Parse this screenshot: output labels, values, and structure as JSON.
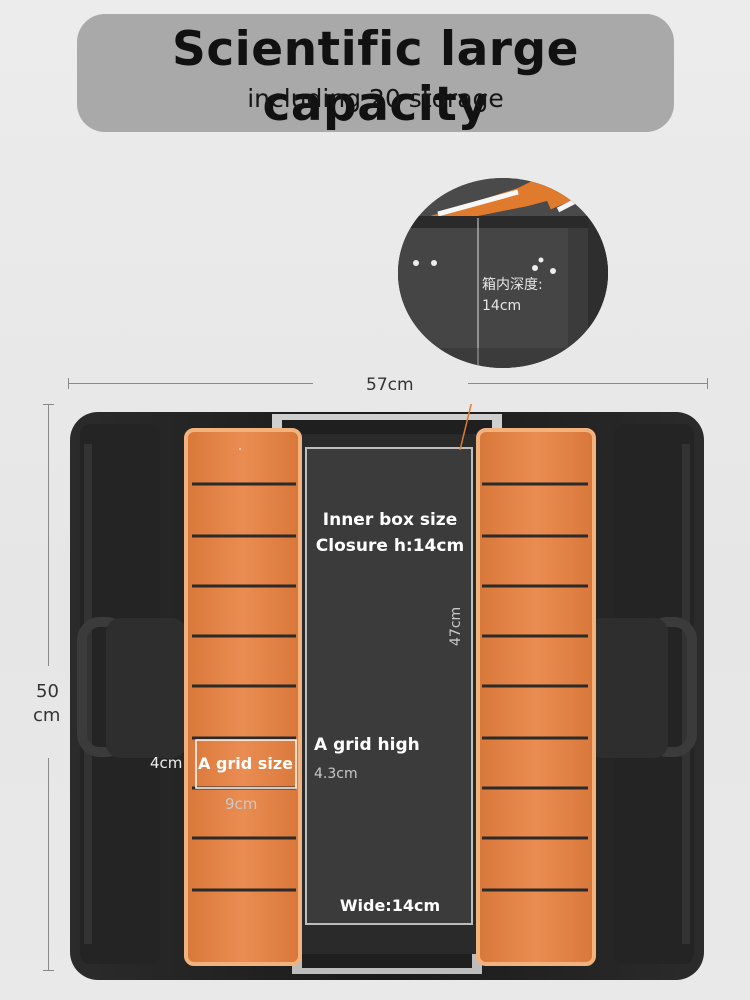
{
  "banner": {
    "title": "Scientific large capacity",
    "subtitle": "including 20 storage"
  },
  "inset": {
    "depth_label": "箱内深度:",
    "depth_value": "14cm"
  },
  "dimensions": {
    "width_outer": "57cm",
    "height_outer_line1": "50",
    "height_outer_line2": "cm",
    "inner_length": "47cm"
  },
  "inner": {
    "title_line1": "Inner box size",
    "title_line2": "Closure h:14cm",
    "grid_high_label": "A grid high",
    "grid_high_value": "4.3cm",
    "grid_size_label": "A grid size",
    "grid_depth": "4cm",
    "grid_width": "9cm",
    "wide_label": "Wide:14cm"
  },
  "colors": {
    "tray_orange": "#e58a4e",
    "box_black": "#1c1c1c",
    "banner_grey": "#a9a9a9"
  }
}
